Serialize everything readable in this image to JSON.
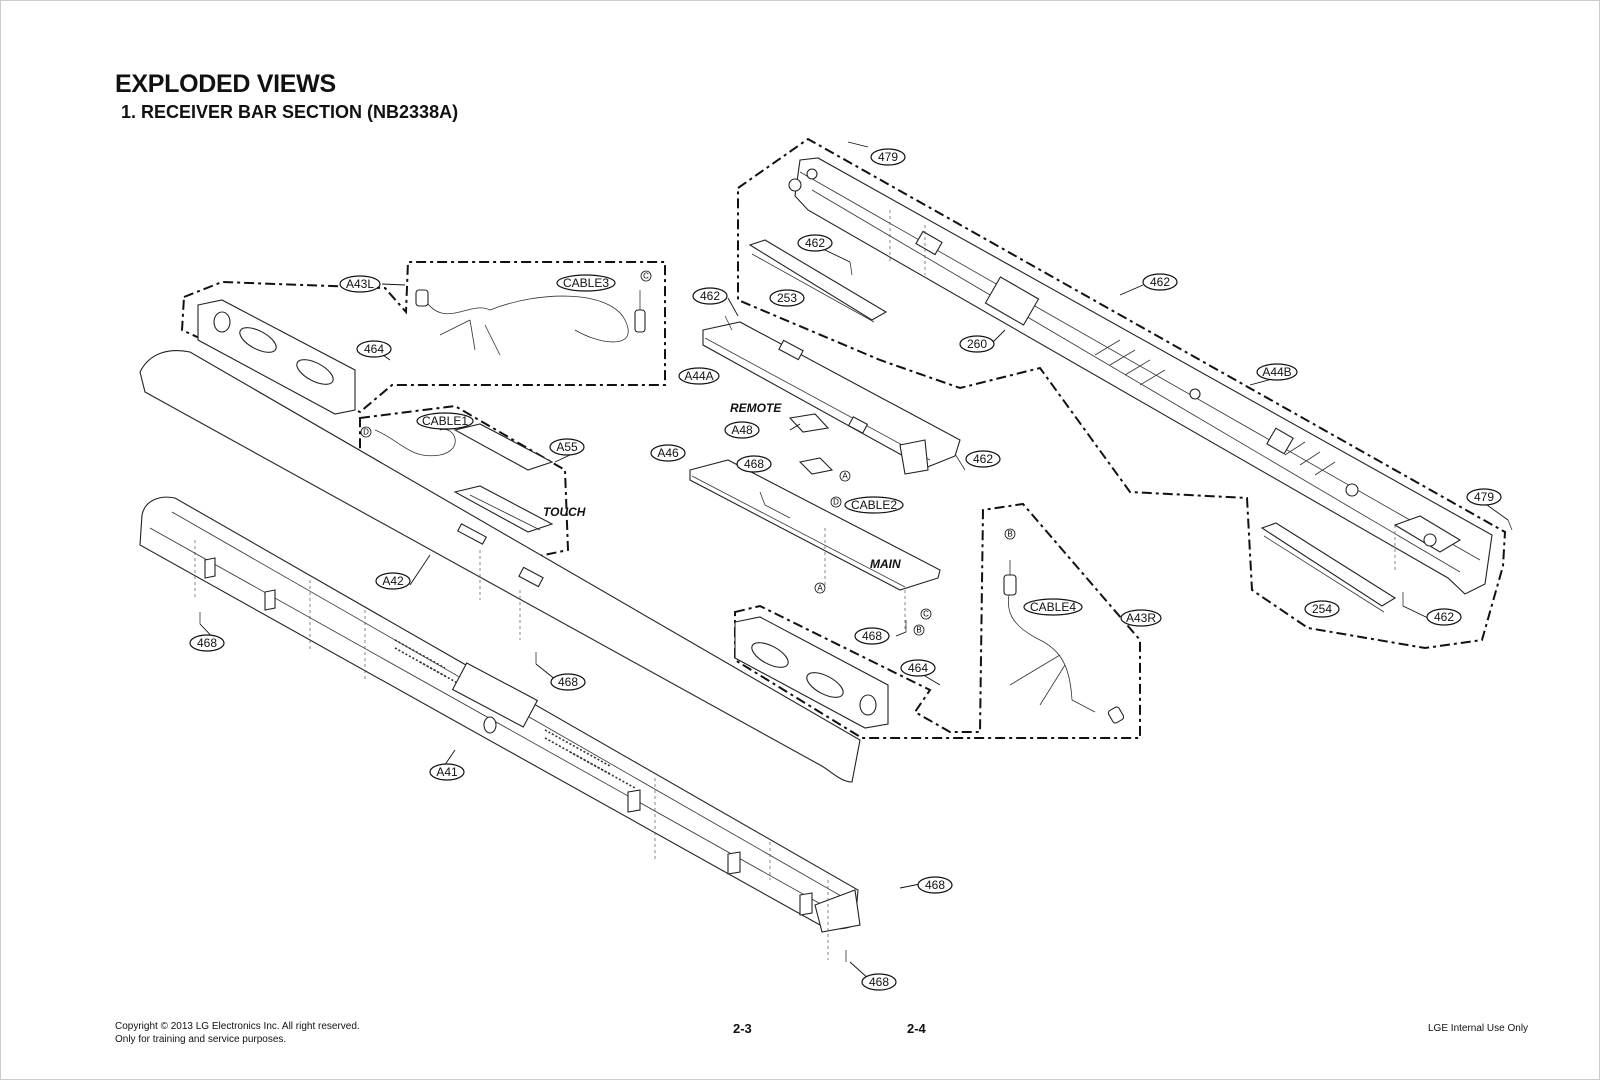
{
  "header": {
    "title": "EXPLODED VIEWS",
    "subtitle": "1. RECEIVER BAR SECTION (NB2338A)"
  },
  "footer": {
    "copyright_line1": "Copyright © 2013 LG Electronics Inc. All right reserved.",
    "copyright_line2": "Only for training and service purposes.",
    "page_left": "2-3",
    "page_right": "2-4",
    "internal": "LGE Internal Use Only"
  },
  "labels": {
    "l479a": "479",
    "l462a": "462",
    "l253": "253",
    "l462b": "462",
    "l260": "260",
    "l462c": "462",
    "l44A": "A44A",
    "l44B": "A44B",
    "l48": "A48",
    "l468a": "468",
    "l462d": "462",
    "l46": "A46",
    "lC2": "CABLE2",
    "l479b": "479",
    "l254": "254",
    "l462e": "462",
    "l43L": "A43L",
    "lC3": "CABLE3",
    "l464a": "464",
    "lC1": "CABLE1",
    "l55": "A55",
    "l42": "A42",
    "l468b": "468",
    "l468c": "468",
    "l41": "A41",
    "l468d": "468",
    "l468e": "468",
    "l468f": "468",
    "l464b": "464",
    "lC4": "CABLE4",
    "l43R": "A43R"
  },
  "annotations": {
    "remote": "REMOTE",
    "touch": "TOUCH",
    "main": "MAIN"
  },
  "connectors": {
    "c": "C",
    "d": "D",
    "a": "A",
    "b": "B"
  }
}
